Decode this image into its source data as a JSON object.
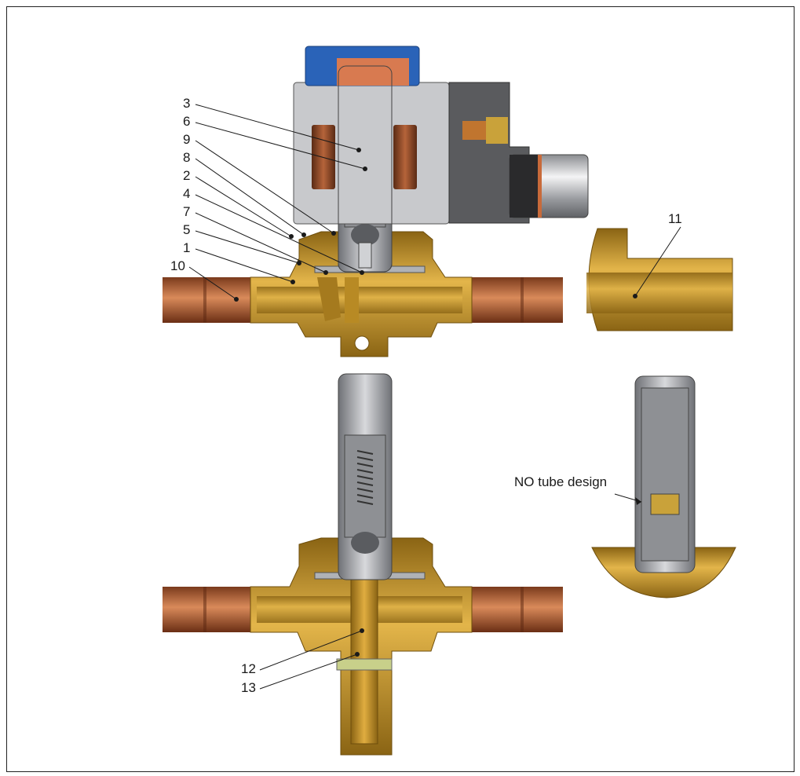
{
  "callouts": {
    "c1": "1",
    "c2": "2",
    "c3": "3",
    "c4": "4",
    "c5": "5",
    "c6": "6",
    "c7": "7",
    "c8": "8",
    "c9": "9",
    "c10": "10",
    "c11": "11",
    "c12": "12",
    "c13": "13"
  },
  "annotation": {
    "no_tube_design": "NO tube design"
  },
  "colors": {
    "brass": "#c9962a",
    "brass_dark": "#8a6414",
    "copper": "#b8633a",
    "copper_dark": "#7a3a1c",
    "coil_blue": "#2a63b8",
    "coil_winding": "#8b4a2a",
    "housing_grey": "#c8c9cc",
    "steel": "#9a9ca0",
    "connector_dark": "#4a4a4c"
  }
}
